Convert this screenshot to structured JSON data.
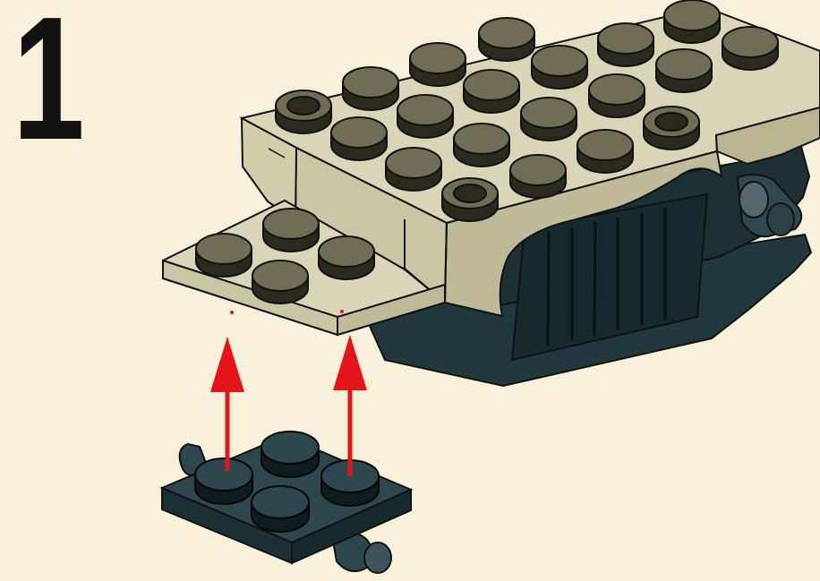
{
  "step": {
    "number": "1"
  },
  "colors": {
    "background": "#f8f1d9",
    "tan_top": "#d8d6b6",
    "tan_side": "#c9c6a4",
    "tan_dark": "#b9b591",
    "stud_top": "#6f6e55",
    "stud_side": "#2a2a1f",
    "dark_gray": "#21383c",
    "dark_gray_light": "#2d484d",
    "arrow_red": "#e4141b",
    "outline": "#111111"
  },
  "icons": {
    "arrow": "up-arrow",
    "brick": "lego-brick"
  }
}
